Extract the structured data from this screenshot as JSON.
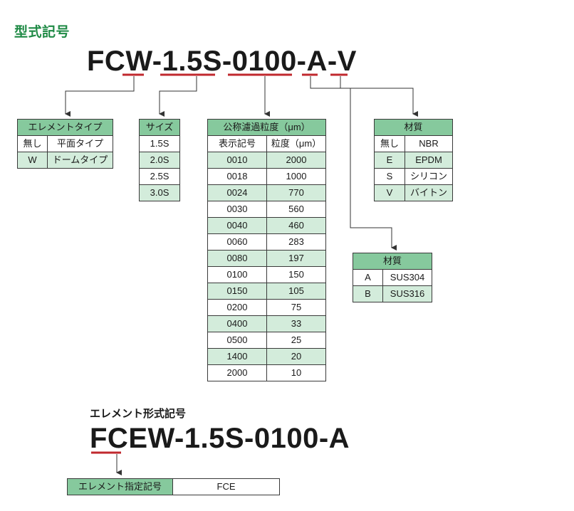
{
  "section_title": "型式記号",
  "model_code": "FCW-1.5S-0100-A-V",
  "element_type_table": {
    "header": "エレメントタイプ",
    "rows": [
      [
        "無し",
        "平面タイプ"
      ],
      [
        "W",
        "ドームタイプ"
      ]
    ]
  },
  "size_table": {
    "header": "サイズ",
    "rows": [
      "1.5S",
      "2.0S",
      "2.5S",
      "3.0S"
    ]
  },
  "filtration_table": {
    "header": "公称濾過粒度（μm）",
    "col_headers": [
      "表示記号",
      "粒度（μm）"
    ],
    "rows": [
      [
        "0010",
        "2000"
      ],
      [
        "0018",
        "1000"
      ],
      [
        "0024",
        "770"
      ],
      [
        "0030",
        "560"
      ],
      [
        "0040",
        "460"
      ],
      [
        "0060",
        "283"
      ],
      [
        "0080",
        "197"
      ],
      [
        "0100",
        "150"
      ],
      [
        "0150",
        "105"
      ],
      [
        "0200",
        "75"
      ],
      [
        "0400",
        "33"
      ],
      [
        "0500",
        "25"
      ],
      [
        "1400",
        "20"
      ],
      [
        "2000",
        "10"
      ]
    ]
  },
  "seal_material_table": {
    "header": "材質",
    "rows": [
      [
        "無し",
        "NBR"
      ],
      [
        "E",
        "EPDM"
      ],
      [
        "S",
        "シリコン"
      ],
      [
        "V",
        "バイトン"
      ]
    ]
  },
  "body_material_table": {
    "header": "材質",
    "rows": [
      [
        "A",
        "SUS304"
      ],
      [
        "B",
        "SUS316"
      ]
    ]
  },
  "element_section": {
    "subtitle": "エレメント形式記号",
    "model_code": "FCEW-1.5S-0100-A",
    "label": "エレメント指定記号",
    "value": "FCE"
  },
  "colors": {
    "title_green": "#1f8a45",
    "header_green": "#86c99d",
    "row_green": "#d3ecdb",
    "underline_red": "#c0282e",
    "connector": "#333333"
  }
}
